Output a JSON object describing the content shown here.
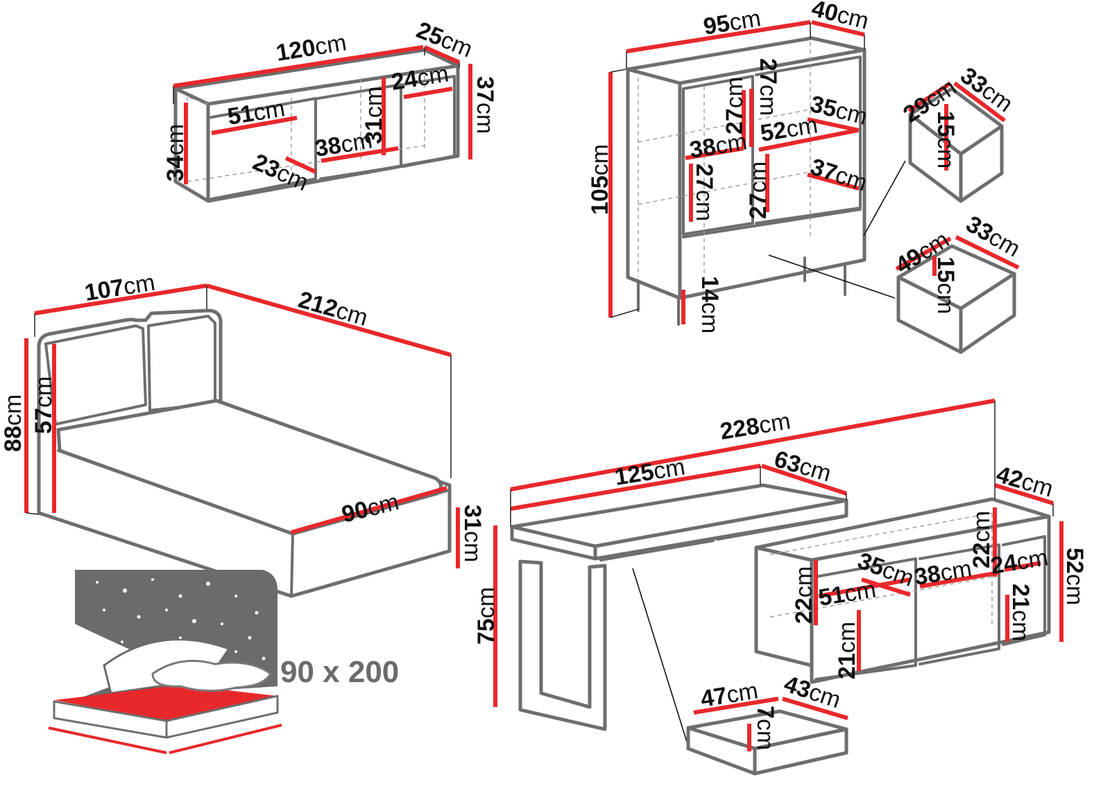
{
  "shelf": {
    "width": {
      "n": "120",
      "u": "cm"
    },
    "depth": {
      "n": "25",
      "u": "cm"
    },
    "height": {
      "n": "37",
      "u": "cm"
    },
    "front_height": {
      "n": "34",
      "u": "cm"
    },
    "comp_left_width": {
      "n": "51",
      "u": "cm"
    },
    "comp_left_depth": {
      "n": "23",
      "u": "cm"
    },
    "comp_mid_width": {
      "n": "38",
      "u": "cm"
    },
    "comp_mid_height": {
      "n": "31",
      "u": "cm"
    },
    "comp_right_width": {
      "n": "24",
      "u": "cm"
    }
  },
  "cabinet": {
    "width": {
      "n": "95",
      "u": "cm"
    },
    "depth": {
      "n": "40",
      "u": "cm"
    },
    "height": {
      "n": "105",
      "u": "cm"
    },
    "leg_height": {
      "n": "14",
      "u": "cm"
    },
    "upper_left_height": {
      "n": "27",
      "u": "cm"
    },
    "upper_right_height": {
      "n": "27",
      "u": "cm"
    },
    "lower_left_height": {
      "n": "27",
      "u": "cm"
    },
    "lower_right_height": {
      "n": "27",
      "u": "cm"
    },
    "left_width": {
      "n": "38",
      "u": "cm"
    },
    "right_width": {
      "n": "52",
      "u": "cm"
    },
    "upper_depth": {
      "n": "35",
      "u": "cm"
    },
    "lower_depth": {
      "n": "37",
      "u": "cm"
    },
    "drawer_small": {
      "width": {
        "n": "29",
        "u": "cm"
      },
      "depth": {
        "n": "33",
        "u": "cm"
      },
      "height": {
        "n": "15",
        "u": "cm"
      }
    },
    "drawer_large": {
      "width": {
        "n": "49",
        "u": "cm"
      },
      "depth": {
        "n": "33",
        "u": "cm"
      },
      "height": {
        "n": "15",
        "u": "cm"
      }
    }
  },
  "bed": {
    "width": {
      "n": "107",
      "u": "cm"
    },
    "length": {
      "n": "212",
      "u": "cm"
    },
    "height": {
      "n": "88",
      "u": "cm"
    },
    "headboard": {
      "n": "57",
      "u": "cm"
    },
    "base_height": {
      "n": "31",
      "u": "cm"
    },
    "mattress_width": {
      "n": "90",
      "u": "cm"
    },
    "mattress_size": "90 x 200"
  },
  "desk": {
    "total_width": {
      "n": "228",
      "u": "cm"
    },
    "top_width": {
      "n": "125",
      "u": "cm"
    },
    "top_depth": {
      "n": "63",
      "u": "cm"
    },
    "height": {
      "n": "75",
      "u": "cm"
    },
    "unit_depth": {
      "n": "42",
      "u": "cm"
    },
    "unit_height": {
      "n": "52",
      "u": "cm"
    },
    "comp_a_height": {
      "n": "22",
      "u": "cm"
    },
    "comp_a_width": {
      "n": "51",
      "u": "cm"
    },
    "comp_a_lower": {
      "n": "21",
      "u": "cm"
    },
    "comp_b_depth": {
      "n": "35",
      "u": "cm"
    },
    "comp_c_width": {
      "n": "38",
      "u": "cm"
    },
    "comp_c_height": {
      "n": "22",
      "u": "cm"
    },
    "comp_d_width": {
      "n": "24",
      "u": "cm"
    },
    "comp_d_height": {
      "n": "21",
      "u": "cm"
    },
    "drawer": {
      "width": {
        "n": "47",
        "u": "cm"
      },
      "depth": {
        "n": "43",
        "u": "cm"
      },
      "height": {
        "n": "7",
        "u": "cm"
      }
    }
  },
  "colors": {
    "dimension_line": "#e8282b",
    "outline": "#6e6e6e",
    "text": "#111111",
    "sky": "#6b6b6b"
  }
}
